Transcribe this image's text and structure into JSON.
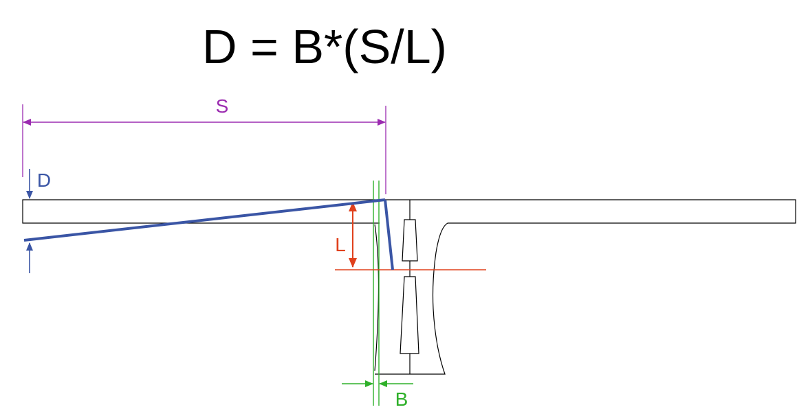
{
  "formula": "D = B*(S/L)",
  "labels": {
    "s": "S",
    "d": "D",
    "l": "L",
    "b": "B"
  },
  "colors": {
    "outline": "#000000",
    "deflection": "#3a55a5",
    "span": "#9b2bb0",
    "lever": "#e0401c",
    "gap": "#2fb02a"
  }
}
